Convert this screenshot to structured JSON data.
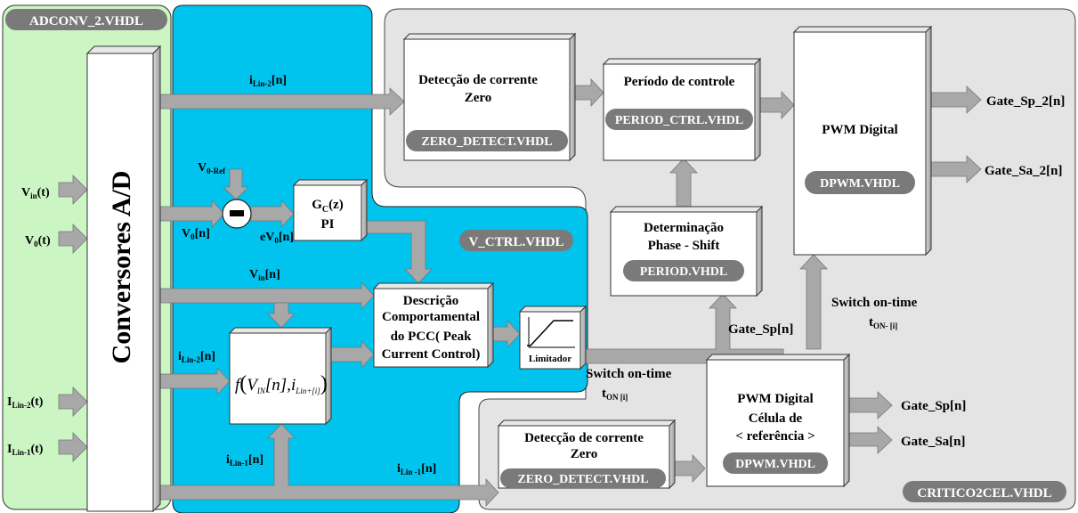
{
  "modules": {
    "adconv": "ADCONV_2.VHDL",
    "vctrl": "V_CTRL.VHDL",
    "critico": "CRITICO2CEL.VHDL"
  },
  "blocks": {
    "adc": "Conversores  A/D",
    "zero_top": {
      "line1": "Detecção de corrente",
      "line2": "Zero",
      "tag": "ZERO_DETECT.VHDL"
    },
    "periodo": {
      "title": "Período de controle",
      "tag": "PERIOD_CTRL.VHDL"
    },
    "pwm_top": {
      "title": "PWM Digital",
      "tag": "DPWM.VHDL"
    },
    "gc": {
      "line1": "G",
      "sub": "C",
      "line1_end": "(z)",
      "line2": "PI"
    },
    "determ": {
      "line1": "Determinação",
      "line2": "Phase - Shift",
      "tag": "PERIOD.VHDL"
    },
    "pcc": {
      "line1": "Descrição",
      "line2": "Comportamental",
      "line3": "do PCC( Peak",
      "line4": "Current Control)"
    },
    "limitador": "Limitador",
    "func": {
      "f": "f",
      "open": "(",
      "v": "V",
      "vsub": "IN",
      "n": "[n],",
      "i": "i",
      "isub": "Lin+[i]",
      "close": ")"
    },
    "pwm_bottom": {
      "line1": "PWM Digital",
      "line2": "Célula de",
      "line3": "< referência >",
      "tag": "DPWM.VHDL"
    },
    "zero_bottom": {
      "line1": "Detecção de corrente",
      "line2": "Zero",
      "tag": "ZERO_DETECT.VHDL"
    }
  },
  "signals": {
    "vin_t": {
      "main": "V",
      "sub": "in",
      "end": "(t)"
    },
    "v0_t": {
      "main": "V",
      "sub": "0",
      "end": "(t)"
    },
    "ilin2_t": {
      "main": "I",
      "sub": "Lin-2",
      "end": "(t)"
    },
    "ilin1_t": {
      "main": "I",
      "sub": "Lin-1",
      "end": "(t)"
    },
    "ilin2_n_top": {
      "main": "i",
      "sub": "Lin-2",
      "end": "[n]"
    },
    "v0ref": {
      "main": "V",
      "sub": "0-Ref"
    },
    "v0_n": {
      "main": "V",
      "sub": "0",
      "end": "[n]"
    },
    "ev_n": {
      "main": "eV",
      "sub": "0",
      "end": "[n]"
    },
    "vin_n": {
      "main": "V",
      "sub": "in",
      "end": "[n]"
    },
    "ilin2_n_left": {
      "main": "i",
      "sub": "Lin-2",
      "end": "[n]"
    },
    "ilin1_n": {
      "main": "i",
      "sub": "Lin-1",
      "end": "[n]"
    },
    "ilin1_n_bottom": {
      "main": "i",
      "sub": "Lin -1",
      "end": "[n]"
    },
    "switch_ontime_a": {
      "line1": "Switch on-time",
      "main": "t",
      "sub": "ON [i]"
    },
    "switch_ontime_b": {
      "line1": "Switch on-time",
      "main": "t",
      "sub": "ON- [i]"
    },
    "gate_sp_n_mid": "Gate_Sp[n]",
    "gate_sp2": "Gate_Sp_2[n]",
    "gate_sa2": "Gate_Sa_2[n]",
    "gate_sp": "Gate_Sp[n]",
    "gate_sa": "Gate_Sa[n]"
  },
  "colors": {
    "adconv_bg": "#ccf5c4",
    "vctrl_bg": "#00c4ee",
    "critico_bg": "#e4e4e4",
    "tag_bg": "#7a7a7a",
    "arrow": "#a8a8a8",
    "block_shadow": "#c8c8c8"
  }
}
